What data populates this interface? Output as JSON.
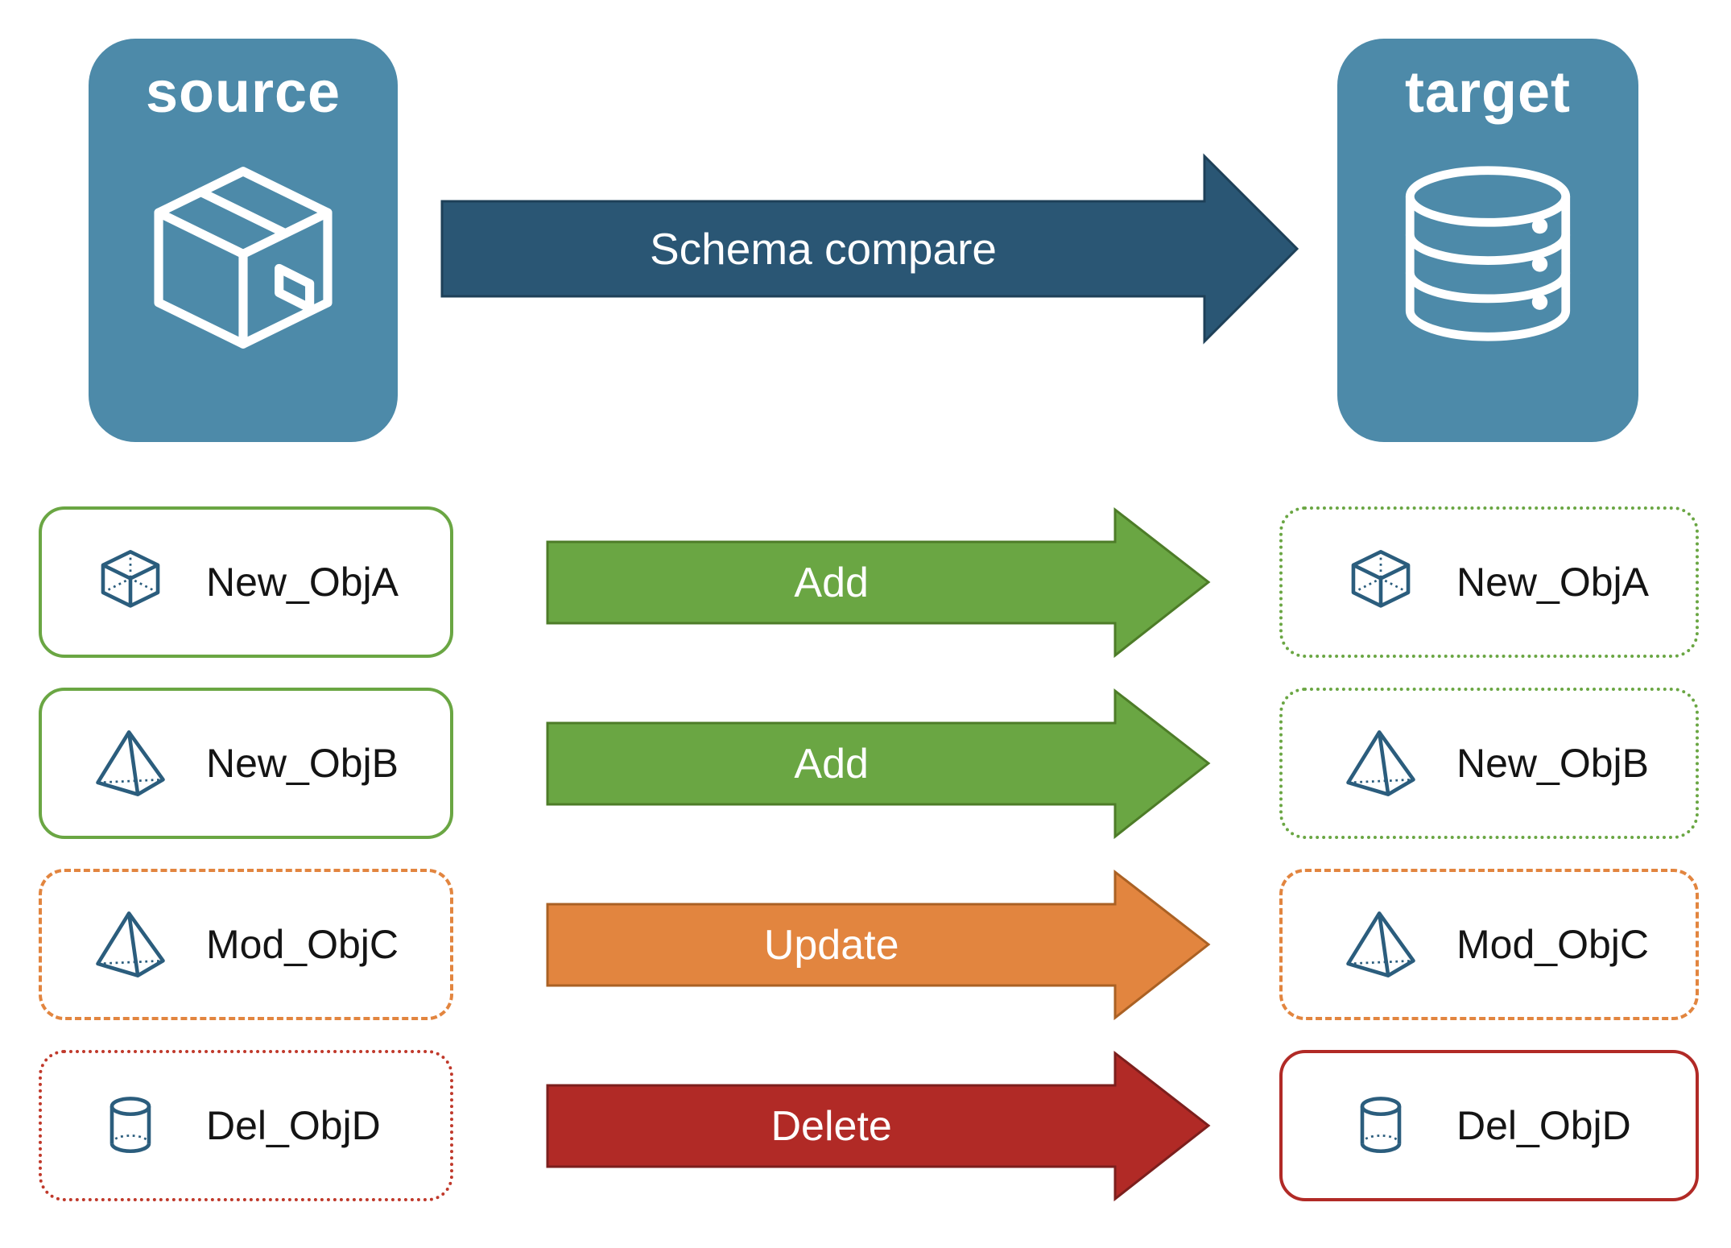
{
  "nodes": {
    "source": {
      "label": "source",
      "icon": "package-icon"
    },
    "target": {
      "label": "target",
      "icon": "database-icon"
    }
  },
  "compare_arrow": {
    "label": "Schema compare",
    "color": "#2a5674"
  },
  "rows": [
    {
      "object": "New_ObjA",
      "action": "Add",
      "icon": "cube-icon",
      "arrow_color": "#6aa643",
      "source_box_border": "solid green",
      "target_box_border": "dotted green"
    },
    {
      "object": "New_ObjB",
      "action": "Add",
      "icon": "pyramid-icon",
      "arrow_color": "#6aa643",
      "source_box_border": "solid green",
      "target_box_border": "dotted green"
    },
    {
      "object": "Mod_ObjC",
      "action": "Update",
      "icon": "pyramid-icon",
      "arrow_color": "#e2853f",
      "source_box_border": "dashed orange",
      "target_box_border": "dashed orange"
    },
    {
      "object": "Del_ObjD",
      "action": "Delete",
      "icon": "cylinder-icon",
      "arrow_color": "#b12a26",
      "source_box_border": "dotted red",
      "target_box_border": "solid red"
    }
  ],
  "colors": {
    "node_fill": "#4d8aa9",
    "compare_arrow": "#2a5674",
    "add_green": "#6aa643",
    "update_orange": "#e2853f",
    "delete_red": "#b12a26",
    "object_icon_blue": "#2b5d7d"
  }
}
